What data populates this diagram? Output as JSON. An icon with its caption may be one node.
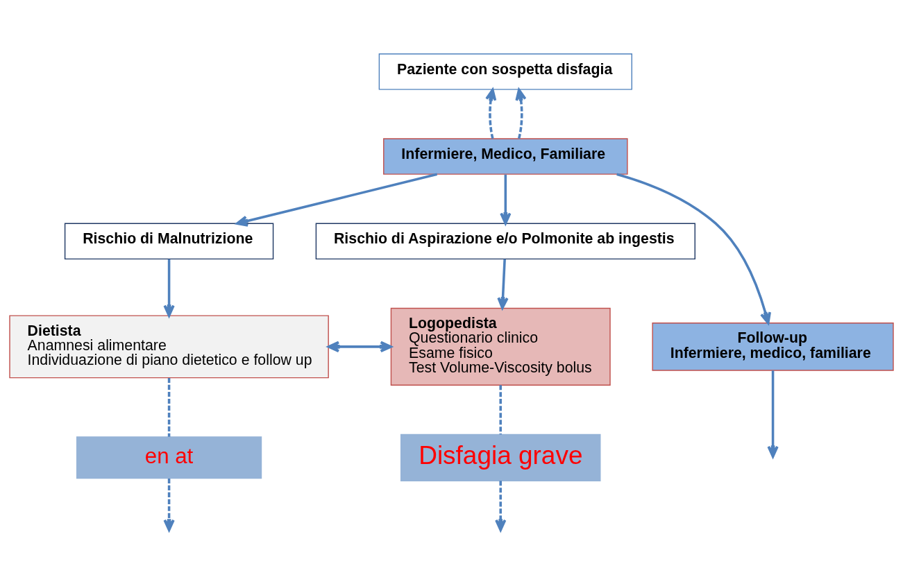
{
  "diagram": {
    "nodes": [
      {
        "text": [
          "Paziente con sospetta disfagia"
        ]
      },
      {
        "text": [
          "Infermiere, Medico, Familiare"
        ]
      },
      {
        "text": [
          "Rischio di Malnutrizione"
        ]
      },
      {
        "text": [
          "Rischio di Aspirazione e/o Polmonite ab ingestis"
        ]
      },
      {
        "text": [
          "Dietista",
          "Anamnesi alimentare",
          "Individuazione di piano dietetico e follow up"
        ]
      },
      {
        "text": [
          "Follow-up",
          "Infermiere, medico, familiare"
        ]
      },
      {
        "text": [
          "Logopedista",
          "Questionario clinico",
          "Esame fisico",
          "Test Volume-Viscosity bolus"
        ]
      },
      {
        "text": [
          "en at"
        ]
      },
      {
        "text": [
          "Disfagia grave"
        ]
      }
    ],
    "edges": [
      {
        "from": 1,
        "to": 0,
        "arrow": "to",
        "style": "dashed"
      },
      {
        "from": 1,
        "to": 0,
        "arrow": "to",
        "style": "dashed"
      },
      {
        "from": 1,
        "to": 2,
        "arrow": "to"
      },
      {
        "from": 1,
        "to": 5,
        "arrow": "to"
      },
      {
        "from": 1,
        "to": 3,
        "arrow": "to"
      },
      {
        "from": 2,
        "to": 4,
        "arrow": "to"
      },
      {
        "from": 3,
        "to": 6,
        "arrow": "to"
      },
      {
        "from": 4,
        "to": 6,
        "arrow": "both"
      },
      {
        "from": 5,
        "to": null,
        "arrow": "to"
      },
      {
        "from": 4,
        "to": 7,
        "arrow": "none",
        "style": "dashed"
      },
      {
        "from": 7,
        "to": null,
        "arrow": "to",
        "style": "dashed"
      },
      {
        "from": 6,
        "to": 8,
        "arrow": "none",
        "style": "dashed"
      },
      {
        "from": 8,
        "to": null,
        "arrow": "to",
        "style": "dashed"
      }
    ]
  }
}
